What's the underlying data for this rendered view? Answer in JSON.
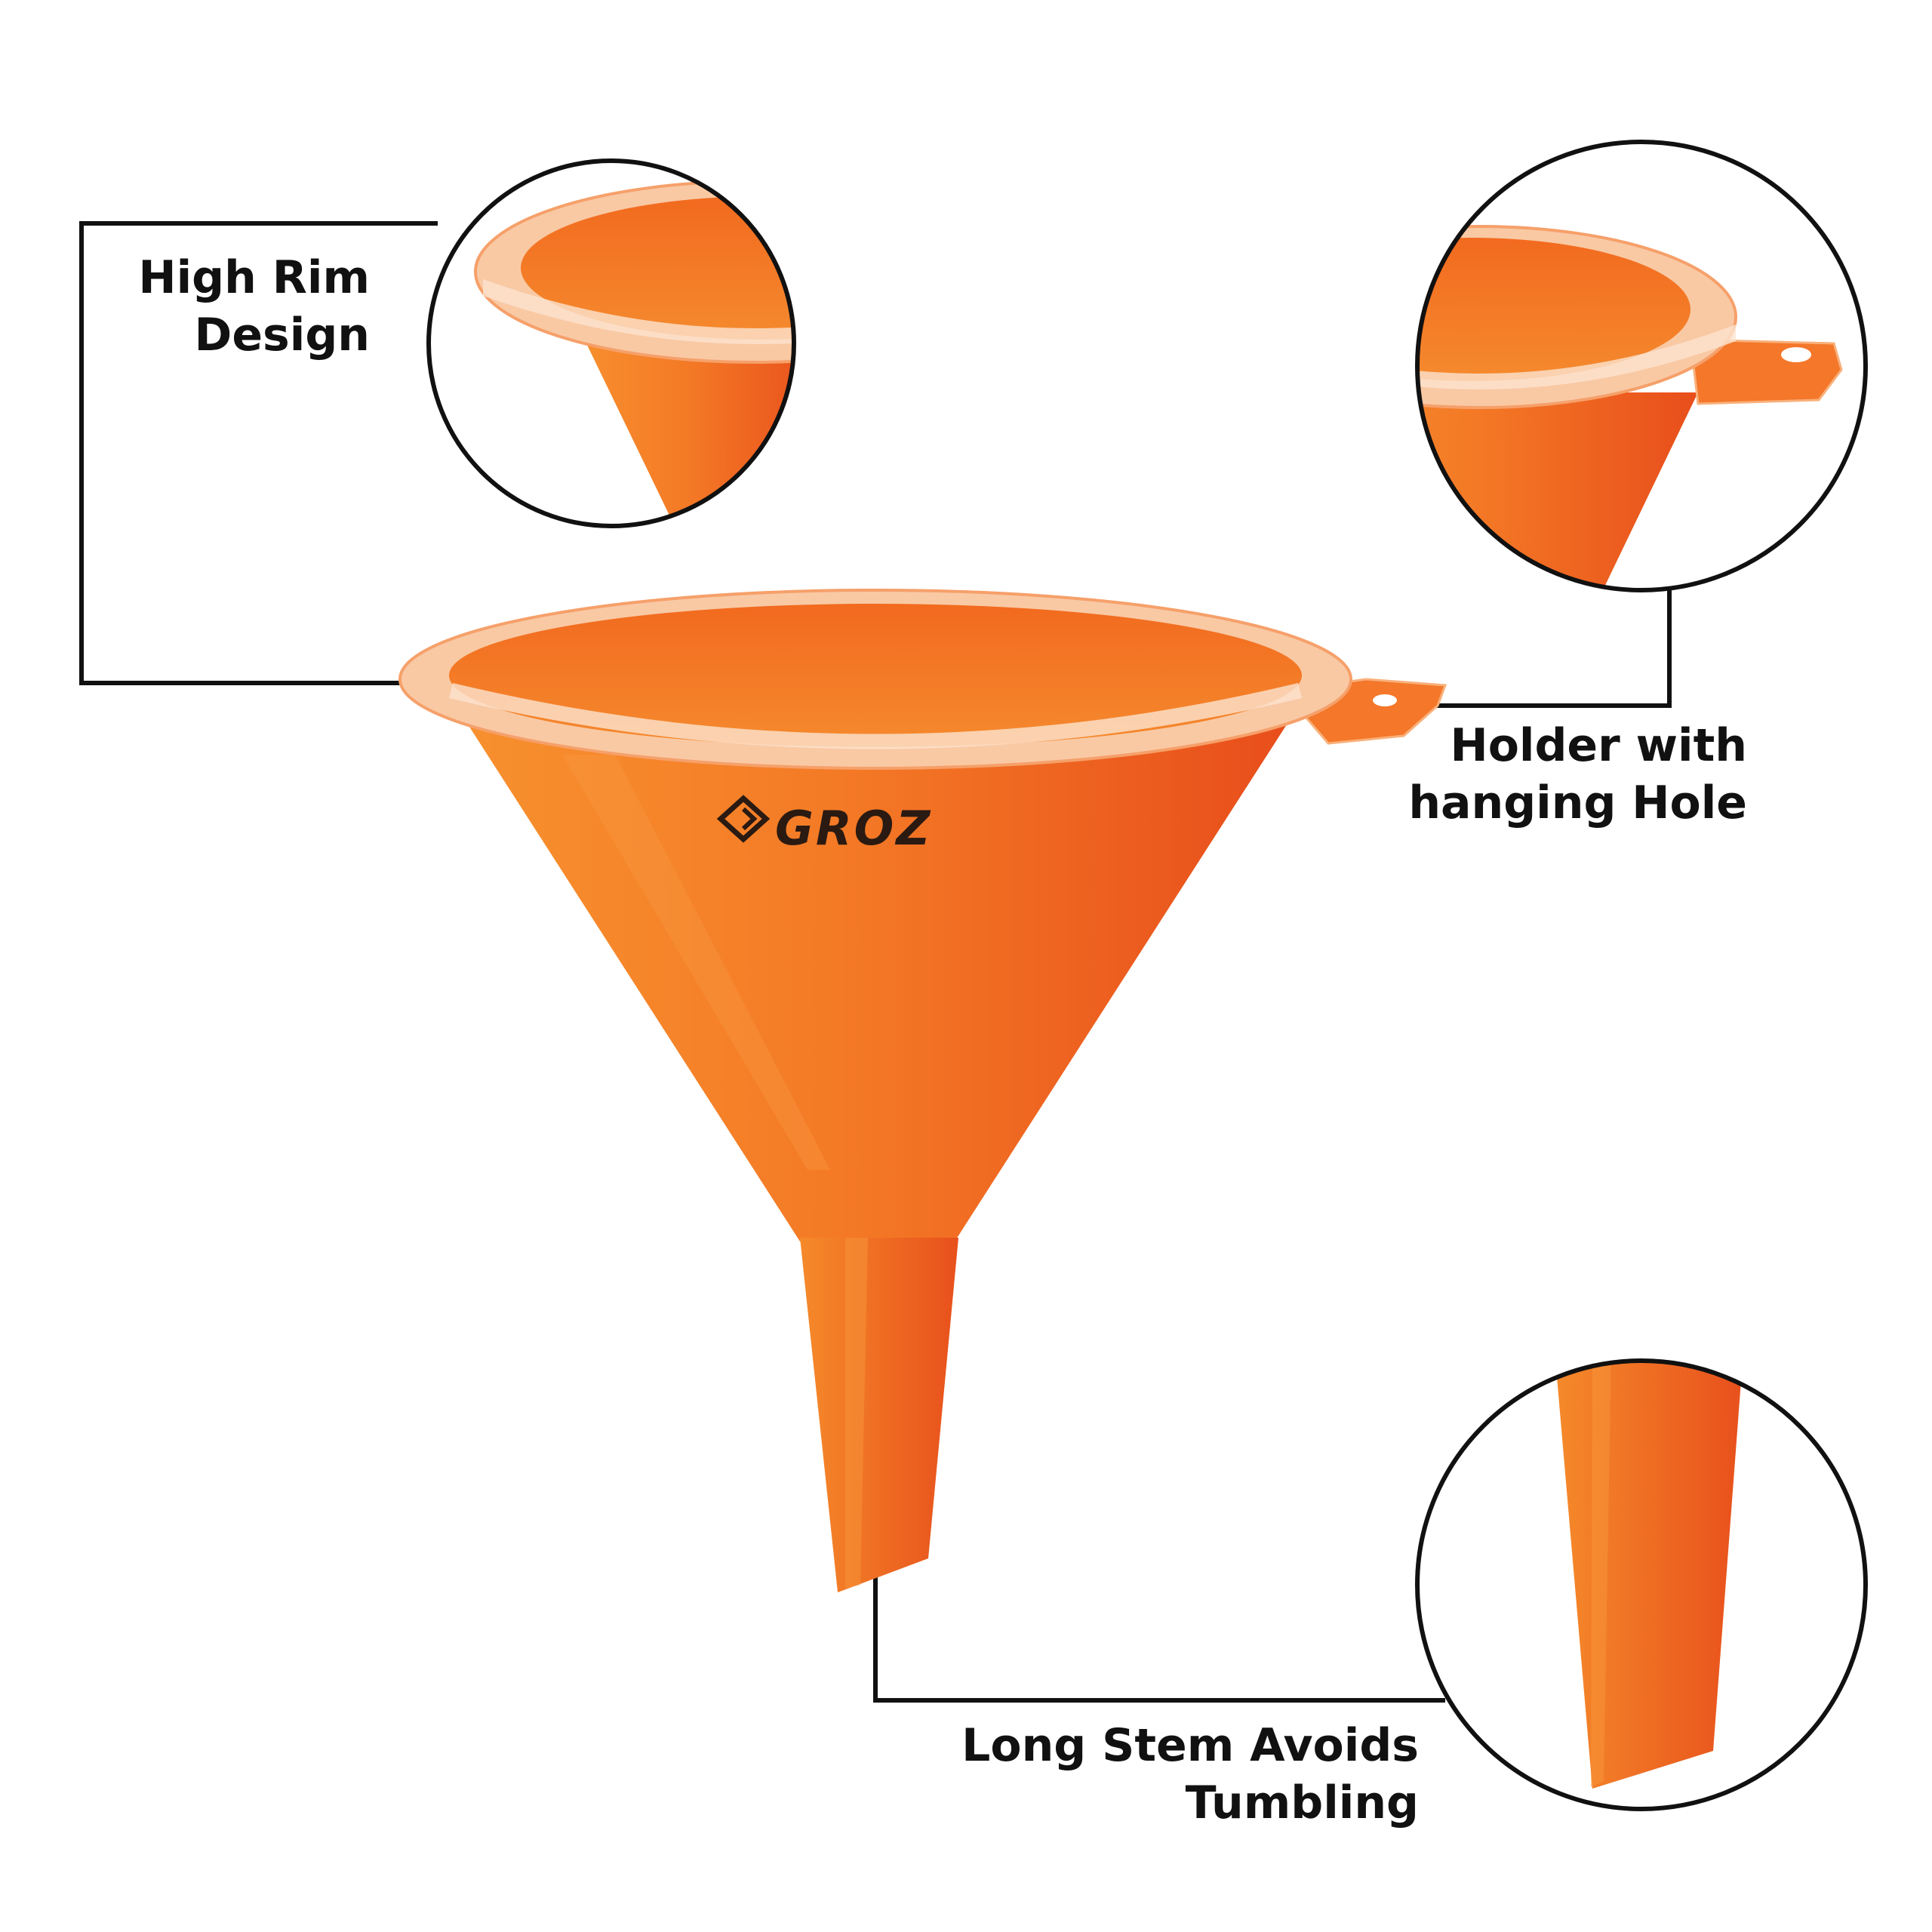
{
  "callouts": {
    "rim": {
      "line1": "High Rim",
      "line2": "Design"
    },
    "holder": {
      "line1": "Holder with",
      "line2": "hanging Hole"
    },
    "stem": {
      "line1": "Long Stem Avoids",
      "line2": "Tumbling"
    }
  },
  "brand": {
    "name": "GROZ"
  },
  "colors": {
    "funnel_orange": "#f26522",
    "funnel_dark": "#e84e1b",
    "funnel_light": "#f7902e",
    "line_color": "#111111",
    "background": "#ffffff"
  },
  "icons": [
    "funnel-illustration",
    "zoom-circle-rim",
    "zoom-circle-holder",
    "zoom-circle-stem",
    "groz-logo-icon"
  ]
}
